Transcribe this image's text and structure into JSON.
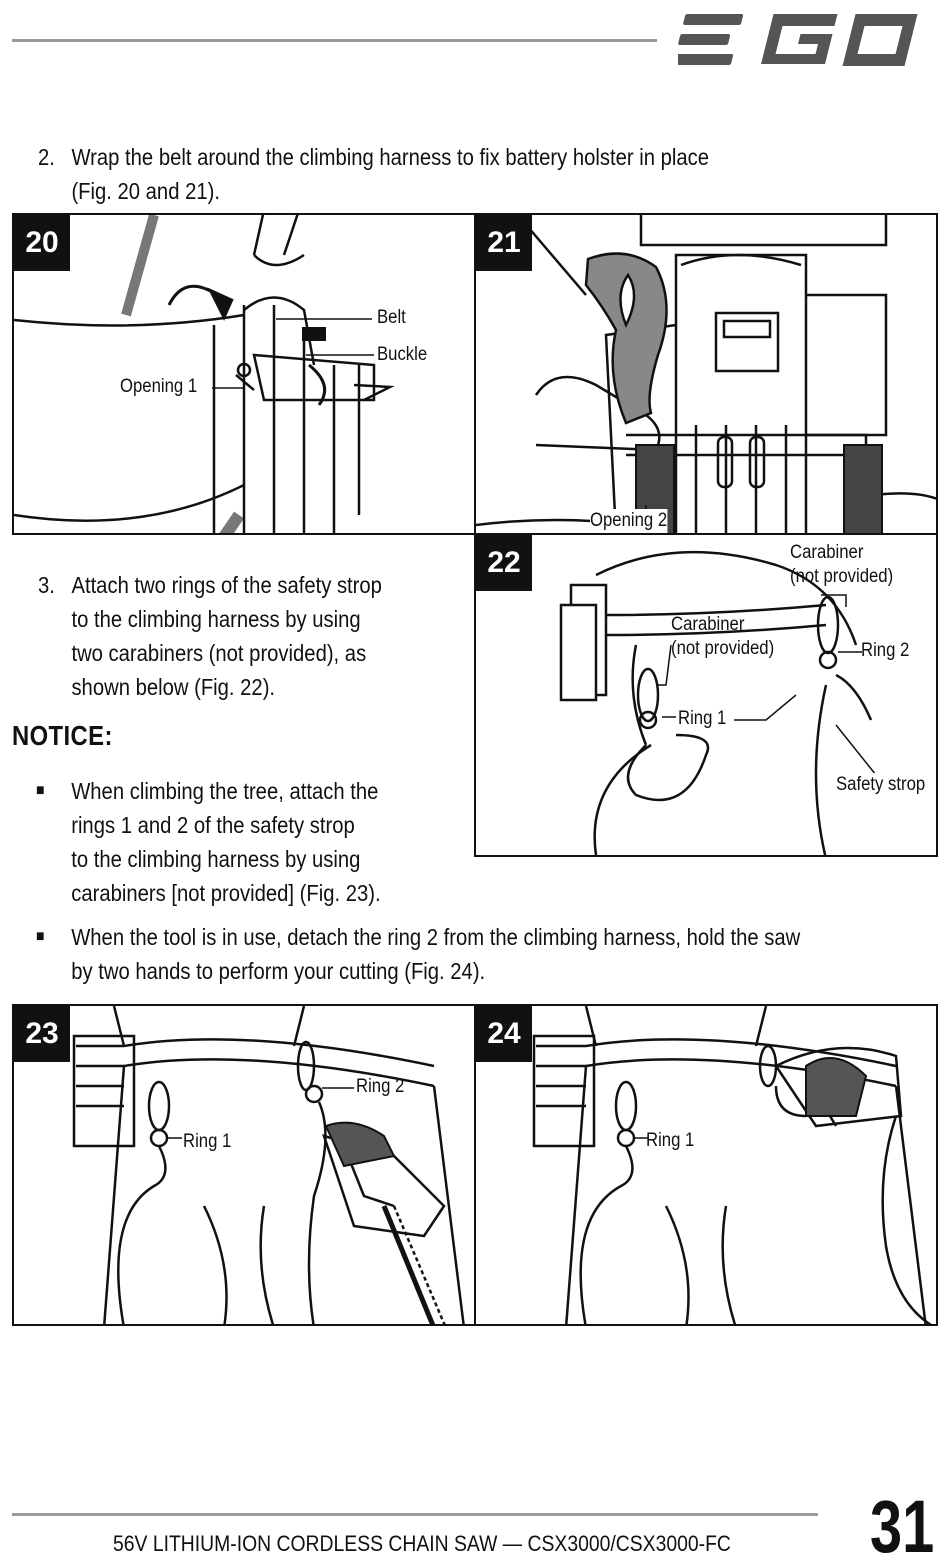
{
  "brand": {
    "logo_text": "EGO"
  },
  "steps": [
    {
      "number": "2.",
      "lines": [
        "Wrap the belt around the climbing harness to fix battery holster in place",
        "(Fig. 20 and 21)."
      ]
    },
    {
      "number": "3.",
      "lines": [
        "Attach two rings of the safety strop",
        "to the climbing harness by using",
        "two carabiners (not provided), as",
        "shown below (Fig. 22)."
      ]
    }
  ],
  "notice": {
    "heading": "NOTICE:",
    "bullets": [
      {
        "lines": [
          "When climbing the tree, attach the",
          "rings 1 and 2 of the safety strop",
          "to the climbing harness by using",
          "carabiners [not provided] (Fig. 23)."
        ]
      },
      {
        "lines": [
          "When the tool is in use, detach the ring 2 from the climbing harness, hold the saw",
          "by two hands to perform your cutting (Fig. 24)."
        ]
      }
    ]
  },
  "figures": {
    "fig20": {
      "number": "20",
      "labels": {
        "belt": "Belt",
        "buckle": "Buckle",
        "opening1": "Opening 1"
      }
    },
    "fig21": {
      "number": "21",
      "labels": {
        "opening2": "Opening 2"
      }
    },
    "fig22": {
      "number": "22",
      "labels": {
        "carabiner_top_1": "Carabiner",
        "carabiner_top_2": "(not provided)",
        "carabiner_mid_1": "Carabiner",
        "carabiner_mid_2": "(not provided)",
        "ring2": "Ring 2",
        "ring1": "Ring 1",
        "safety_strop": "Safety strop"
      }
    },
    "fig23": {
      "number": "23",
      "labels": {
        "ring2": "Ring 2",
        "ring1": "Ring 1"
      }
    },
    "fig24": {
      "number": "24",
      "labels": {
        "ring1": "Ring 1"
      }
    }
  },
  "footer": {
    "title": "56V LITHIUM-ION CORDLESS CHAIN SAW — CSX3000/CSX3000-FC",
    "page_number": "31"
  }
}
